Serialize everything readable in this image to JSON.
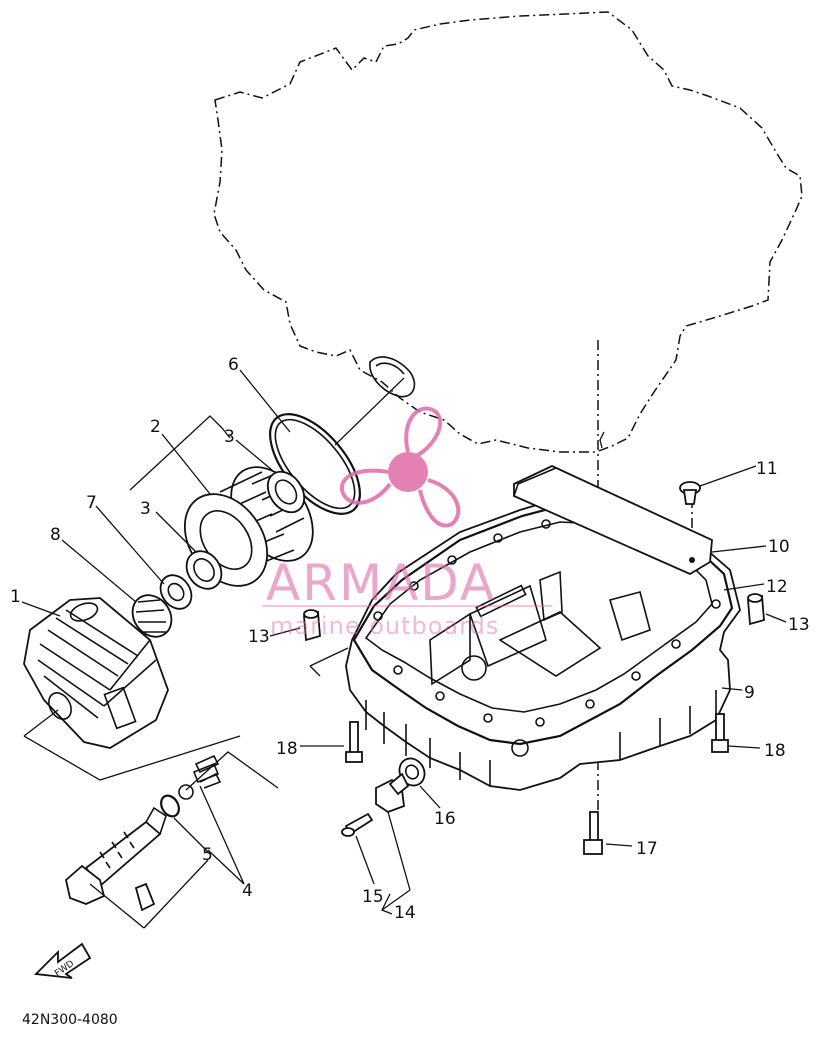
{
  "diagram": {
    "part_code": "42N300-4080",
    "front_label": "FWD",
    "callouts": {
      "c1": "1",
      "c2": "2",
      "c3a": "3",
      "c3b": "3",
      "c4": "4",
      "c5": "5",
      "c6": "6",
      "c7": "7",
      "c8": "8",
      "c9": "9",
      "c10": "10",
      "c11": "11",
      "c12": "12",
      "c13a": "13",
      "c13b": "13",
      "c14": "14",
      "c15": "15",
      "c16": "16",
      "c17": "17",
      "c18a": "18",
      "c18b": "18"
    }
  },
  "watermark": {
    "brand": "ARMADA",
    "tagline": "marine outboards",
    "color": "#e06aa8"
  }
}
